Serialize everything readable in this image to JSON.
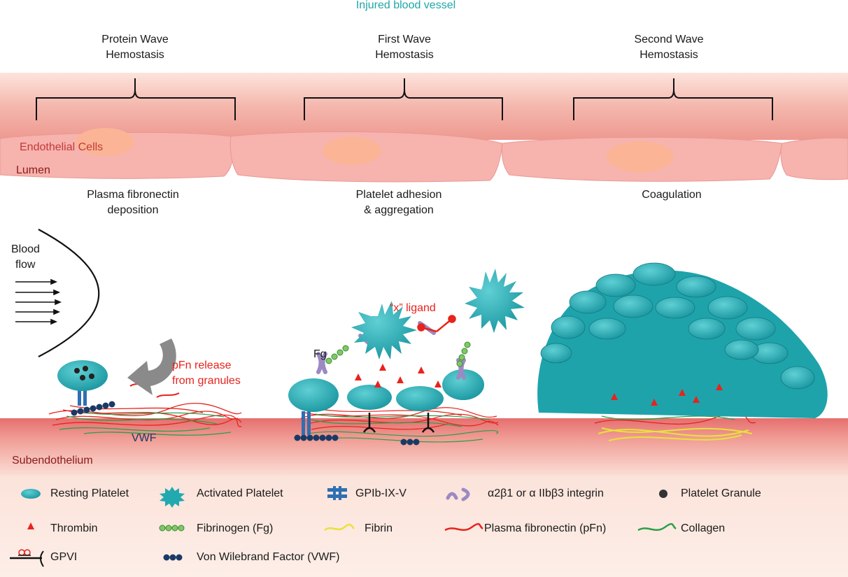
{
  "title": "Injured blood vessel",
  "waves": [
    {
      "line1": "Protein Wave",
      "line2": "Hemostasis",
      "process_line1": "Plasma fibronectin",
      "process_line2": "deposition"
    },
    {
      "line1": "First Wave",
      "line2": "Hemostasis",
      "process_line1": "Platelet adhesion",
      "process_line2": "& aggregation"
    },
    {
      "line1": "Second Wave",
      "line2": "Hemostasis",
      "process_line1": "Coagulation",
      "process_line2": ""
    }
  ],
  "labels": {
    "endothelial": "Endothelial Cells",
    "lumen": "Lumen",
    "blood_flow_1": "Blood",
    "blood_flow_2": "flow",
    "pfn_release_1": "pFn release",
    "pfn_release_2": "from granules",
    "vwf": "VWF",
    "x_ligand": "“x” ligand",
    "fg": "Fg",
    "subendothelium": "Subendothelium"
  },
  "legend": {
    "resting_platelet": "Resting Platelet",
    "activated_platelet": "Activated Platelet",
    "gpib": "GPIb-IX-V",
    "integrin": "α2β1 or α IIbβ3 integrin",
    "granule": "Platelet Granule",
    "thrombin": "Thrombin",
    "fibrinogen": "Fibrinogen (Fg)",
    "fibrin": "Fibrin",
    "pfn": "Plasma fibronectin (pFn)",
    "collagen": "Collagen",
    "gpvi": "GPVI",
    "vwf_full": "Von Wilebrand Factor (VWF)"
  },
  "colors": {
    "platelet": "#22a9b0",
    "platelet_dark": "#137a80",
    "thrombin": "#e8231c",
    "fibronectin": "#e8231c",
    "collagen": "#2aa04a",
    "fibrin": "#e8e23a",
    "vwf": "#1a3a66",
    "integrin": "#9b8ac2",
    "fibrinogen": "#7fc86a",
    "vessel": "#f1a5a0",
    "subendothelium": "#e97c7c"
  }
}
